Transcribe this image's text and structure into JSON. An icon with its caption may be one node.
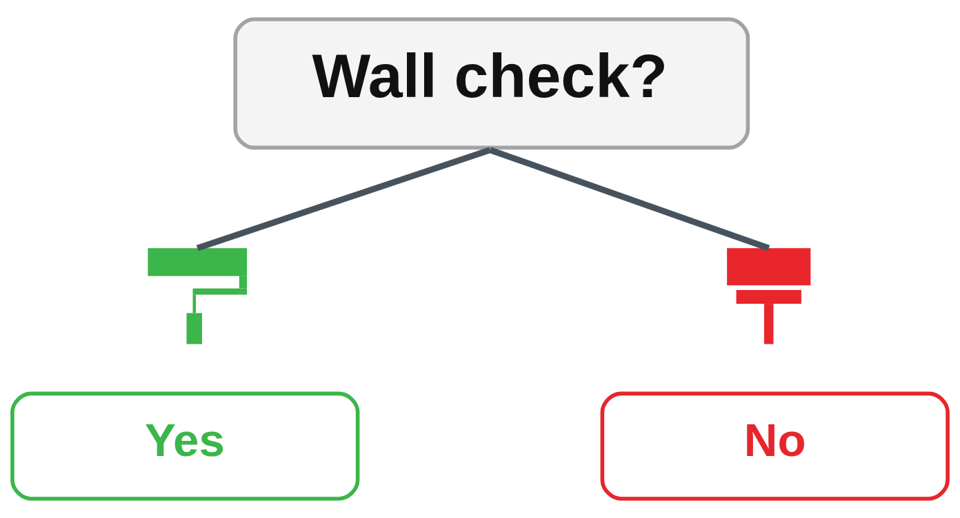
{
  "diagram": {
    "nodes": [
      {
        "text": [
          "Wall check?"
        ]
      },
      {
        "text": [],
        "shape": "picture"
      },
      {
        "text": [],
        "shape": "picture"
      },
      {
        "text": [
          "Yes"
        ]
      },
      {
        "text": [
          "No"
        ]
      }
    ],
    "edges": [
      {
        "from": 0,
        "to": 1,
        "arrow": "none"
      },
      {
        "from": 0,
        "to": 2,
        "arrow": "none"
      }
    ]
  }
}
